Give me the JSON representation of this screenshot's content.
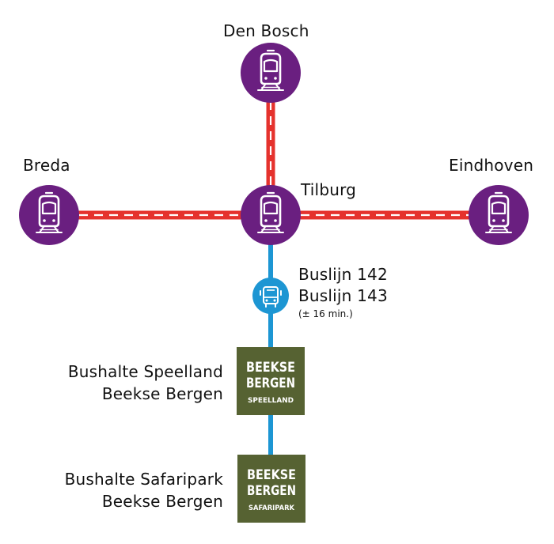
{
  "colors": {
    "rail": "#e5322d",
    "bus": "#1d96d3",
    "station": "#6a1f80",
    "logo_bg": "#566232",
    "text": "#111111"
  },
  "stations": {
    "den_bosch": "Den Bosch",
    "breda": "Breda",
    "tilburg": "Tilburg",
    "eindhoven": "Eindhoven"
  },
  "bus": {
    "line1": "Buslijn 142",
    "line2": "Buslijn 143",
    "duration": "(± 16 min.)"
  },
  "stops": {
    "speelland": {
      "line1": "Bushalte Speelland",
      "line2": "Beekse Bergen",
      "logo_top": "BEEKSE",
      "logo_mid": "BERGEN",
      "logo_sub": "SPEELLAND"
    },
    "safaripark": {
      "line1": "Bushalte Safaripark",
      "line2": "Beekse Bergen",
      "logo_top": "BEEKSE",
      "logo_mid": "BERGEN",
      "logo_sub": "SAFARIPARK"
    }
  },
  "icons": {
    "train": "train-icon",
    "bus": "bus-icon"
  }
}
